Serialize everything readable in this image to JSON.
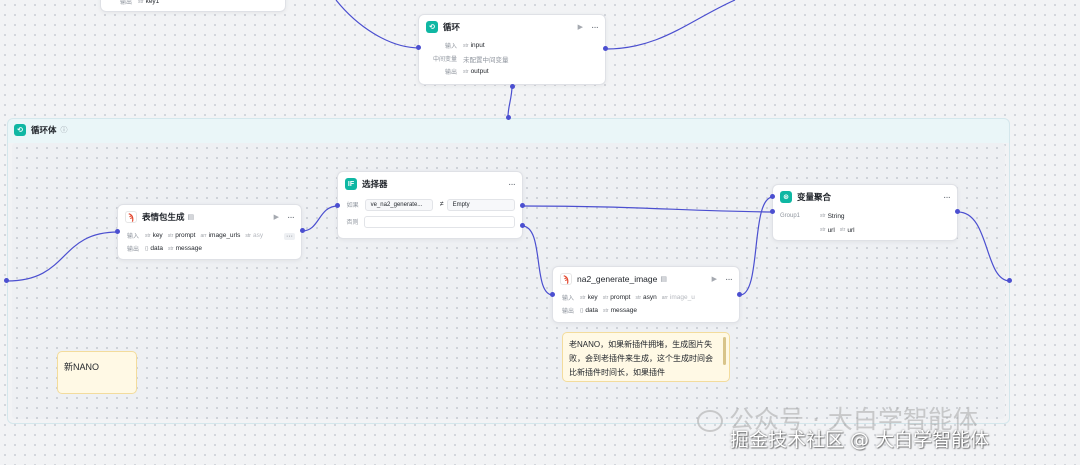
{
  "colors": {
    "accent": "#4b4fd0",
    "node_icon_teal": "#0fb7a3",
    "plugin_icon_red": "#e2452c",
    "group_header": "#eaf6f8",
    "sticky_note": "#fff9e5"
  },
  "top_partial_node": {
    "output_label": "输出",
    "output_value": "key1"
  },
  "loop_node": {
    "title": "循环",
    "input_label": "输入",
    "input_type": "str",
    "input_value": "input",
    "var_label": "中间变量",
    "var_value": "未配置中间变量",
    "output_label": "输出",
    "output_type": "str",
    "output_value": "output"
  },
  "loop_body": {
    "title": "循环体"
  },
  "meme_node": {
    "title": "表情包生成",
    "input_label": "输入",
    "inputs": [
      {
        "type": "str",
        "name": "key"
      },
      {
        "type": "str",
        "name": "prompt"
      },
      {
        "type": "arr",
        "name": "image_urls"
      },
      {
        "type": "str",
        "name": "asy"
      }
    ],
    "output_label": "输出",
    "outputs": [
      {
        "type": "{}",
        "name": "data"
      },
      {
        "type": "str",
        "name": "message"
      }
    ]
  },
  "selector_node": {
    "title": "选择器",
    "if_label": "如果",
    "if_var": "ve_na2_generate...",
    "if_operator": "≠",
    "if_value": "Empty",
    "else_label": "否则"
  },
  "aggregate_node": {
    "title": "变量聚合",
    "group_label": "Group1",
    "group_type": "str",
    "group_value": "String",
    "items": [
      {
        "type": "str",
        "name": "url"
      },
      {
        "type": "str",
        "name": "url"
      }
    ]
  },
  "na2_node": {
    "title": "na2_generate_image",
    "input_label": "输入",
    "inputs": [
      {
        "type": "str",
        "name": "key"
      },
      {
        "type": "str",
        "name": "prompt"
      },
      {
        "type": "str",
        "name": "asyn"
      },
      {
        "type": "arr",
        "name": "image_u"
      }
    ],
    "output_label": "输出",
    "outputs": [
      {
        "type": "{}",
        "name": "data"
      },
      {
        "type": "str",
        "name": "message"
      }
    ]
  },
  "notes": {
    "left": "新NANO",
    "right": "老NANO，如果新插件拥堵，生成图片失败，会到老插件来生成，这个生成时间会比新插件时间长，如果插件"
  },
  "watermark": {
    "line1": "公众号 · 大白学智能体",
    "line2": "掘金技术社区 @ 大白学智能体"
  }
}
